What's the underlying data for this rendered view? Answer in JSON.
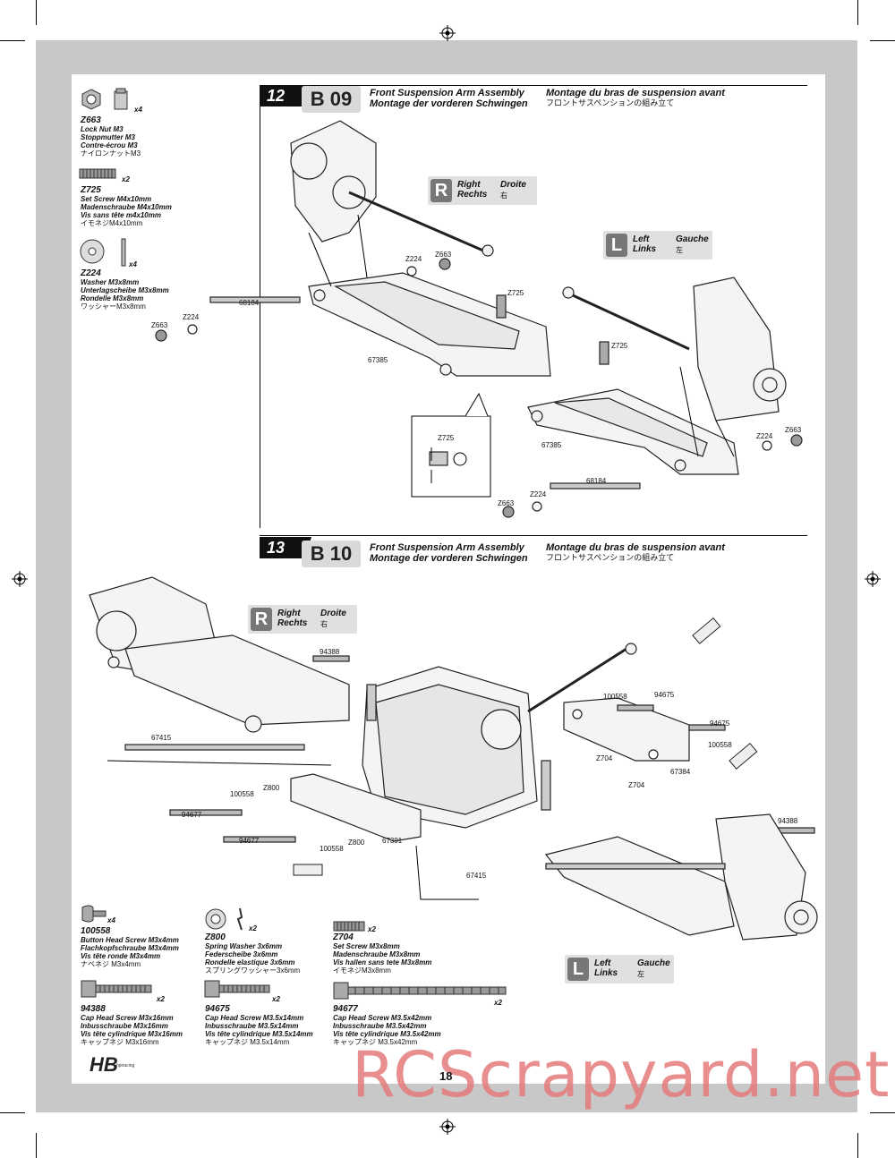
{
  "page_number": "18",
  "watermark": "RCScrapyard.net",
  "logo": {
    "text": "HB",
    "sub": "hpiracing"
  },
  "step12": {
    "number": "12",
    "bag": "B 09",
    "title_en": "Front Suspension Arm Assembly",
    "title_de": "Montage der vorderen Schwingen",
    "title_fr": "Montage du bras de suspension avant",
    "title_jp": "フロントサスペンションの組み立て",
    "right_tag": {
      "letter": "R",
      "en": "Right",
      "de": "Rechts",
      "fr": "Droite",
      "jp": "右"
    },
    "left_tag": {
      "letter": "L",
      "en": "Left",
      "de": "Links",
      "fr": "Gauche",
      "jp": "左"
    },
    "parts": [
      {
        "code": "Z663",
        "en": "Lock Nut M3",
        "de": "Stoppmutter M3",
        "fr": "Contre-écrou M3",
        "jp": "ナイロンナットM3",
        "qty": "x4"
      },
      {
        "code": "Z725",
        "en": "Set Screw M4x10mm",
        "de": "Madenschraube M4x10mm",
        "fr": "Vis sans tête m4x10mm",
        "jp": "イモネジM4x10mm",
        "qty": "x2"
      },
      {
        "code": "Z224",
        "en": "Washer M3x8mm",
        "de": "Unterlagscheibe M3x8mm",
        "fr": "Rondelle M3x8mm",
        "jp": "ワッシャーM3x8mm",
        "qty": "x4"
      }
    ],
    "labels": {
      "z224_a": "Z224",
      "z663_a": "Z663",
      "z725_a": "Z725",
      "p68184_a": "68184",
      "z663_b": "Z663",
      "z224_b": "Z224",
      "p67385_a": "67385",
      "z725_b": "Z725",
      "p67385_b": "67385",
      "z224_c": "Z224",
      "z663_c": "Z663",
      "z725_detail": "Z725",
      "p68184_b": "68184",
      "z663_d": "Z663",
      "z224_d": "Z224"
    }
  },
  "step13": {
    "number": "13",
    "bag": "B 10",
    "title_en": "Front Suspension Arm Assembly",
    "title_de": "Montage der vorderen Schwingen",
    "title_fr": "Montage du bras de suspension avant",
    "title_jp": "フロントサスペンションの組み立て",
    "right_tag": {
      "letter": "R",
      "en": "Right",
      "de": "Rechts",
      "fr": "Droite",
      "jp": "右"
    },
    "left_tag": {
      "letter": "L",
      "en": "Left",
      "de": "Links",
      "fr": "Gauche",
      "jp": "左"
    },
    "labels": {
      "p94388_a": "94388",
      "p100558_a": "100558",
      "p94675_a": "94675",
      "p94675_b": "94675",
      "p100558_b": "100558",
      "p67415_a": "67415",
      "z704_a": "Z704",
      "p67384": "67384",
      "z704_b": "Z704",
      "z800_a": "Z800",
      "p100558_c": "100558",
      "p94677_a": "94677",
      "p94677_b": "94677",
      "p100558_d": "100558",
      "z800_b": "Z800",
      "p67391": "67391",
      "p67415_b": "67415",
      "p94388_b": "94388"
    },
    "parts": [
      {
        "code": "100558",
        "en": "Button Head Screw M3x4mm",
        "de": "Flachkopfschraube M3x4mm",
        "fr": "Vis tête ronde M3x4mm",
        "jp": "ナベネジ M3x4mm",
        "qty": "x4"
      },
      {
        "code": "Z800",
        "en": "Spring Washer 3x6mm",
        "de": "Federscheibe 3x6mm",
        "fr": "Rondelle elastique 3x6mm",
        "jp": "スプリングワッシャー3x6mm",
        "qty": "x2"
      },
      {
        "code": "Z704",
        "en": "Set Screw M3x8mm",
        "de": "Madenschraube M3x8mm",
        "fr": "Vis  hallen sans tete M3x8mm",
        "jp": "イモネジM3x8mm",
        "qty": "x2"
      },
      {
        "code": "94388",
        "en": "Cap Head Screw M3x16mm",
        "de": "Inbusschraube M3x16mm",
        "fr": "Vis tête  cylindrique M3x16mm",
        "jp": "キャップネジ M3x16mm",
        "qty": "x2"
      },
      {
        "code": "94675",
        "en": "Cap Head Screw M3.5x14mm",
        "de": "Inbusschraube M3.5x14mm",
        "fr": "Vis tête cylindrique M3.5x14mm",
        "jp": "キャップネジ M3.5x14mm",
        "qty": "x2"
      },
      {
        "code": "94677",
        "en": "Cap Head Screw M3.5x42mm",
        "de": "Inbusschraube M3.5x42mm",
        "fr": "Vis tête cylindrique M3.5x42mm",
        "jp": "キャップネジ M3.5x42mm",
        "qty": "x2"
      }
    ]
  }
}
